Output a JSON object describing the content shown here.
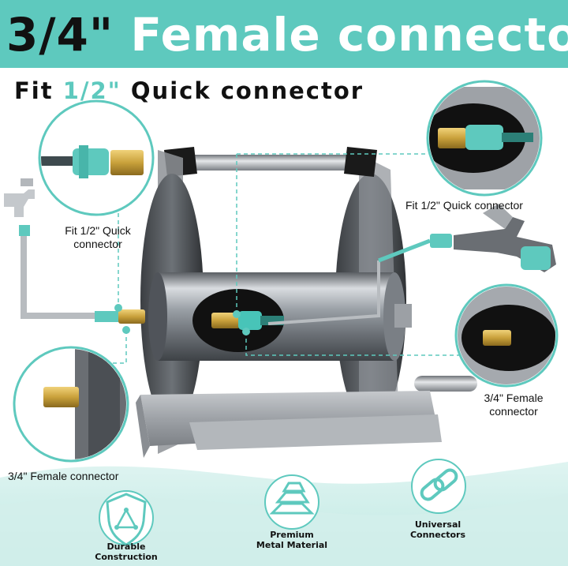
{
  "banner": {
    "title_part1": "3/4\"",
    "title_part2": "Female connector",
    "bg_color": "#5ec9be"
  },
  "subtitle": {
    "part1": "Fit",
    "part2": "1/2\"",
    "part3": "Quick connector"
  },
  "callouts": {
    "left_top_line1": "Fit 1/2\" Quick",
    "left_top_line2": "connector",
    "right_top": "Fit 1/2\" Quick connector",
    "right_mid_line1": "3/4\" Female",
    "right_mid_line2": "connector",
    "left_bottom": "3/4\" Female connector"
  },
  "features": [
    {
      "line1": "Durable",
      "line2": "Construction",
      "icon": "shield-icon"
    },
    {
      "line1": "Premium",
      "line2": "Metal Material",
      "icon": "metal-bars-icon"
    },
    {
      "line1": "Universal",
      "line2": "Connectors",
      "icon": "chain-link-icon"
    }
  ],
  "colors": {
    "accent": "#5ec9be",
    "dark": "#111111",
    "steel": "#a9adb3",
    "brass": "#c9a13b"
  }
}
